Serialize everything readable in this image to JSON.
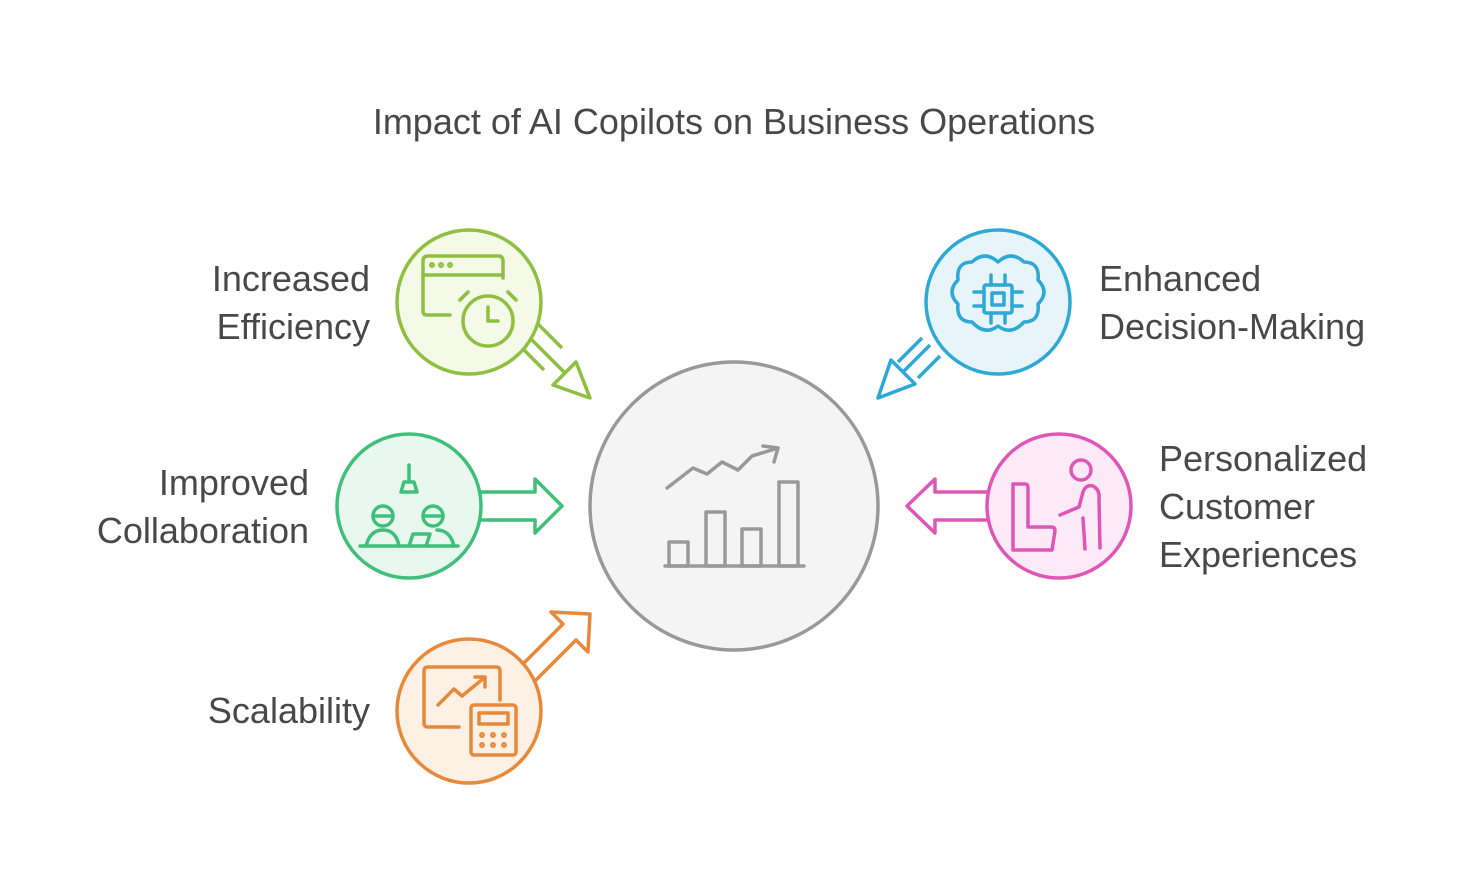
{
  "title": "Impact of AI Copilots on Business Operations",
  "center": {
    "icon": "growth-chart-icon",
    "fill": "#f4f4f4",
    "stroke": "#999999"
  },
  "nodes": [
    {
      "id": "efficiency",
      "lines": [
        "Increased",
        "Efficiency"
      ],
      "icon": "browser-clock-icon",
      "color": "#8fbf3f",
      "fill": "#f4f9e8"
    },
    {
      "id": "decision",
      "lines": [
        "Enhanced",
        "Decision-Making"
      ],
      "icon": "brain-chip-icon",
      "color": "#2ea9d6",
      "fill": "#e7f5fb"
    },
    {
      "id": "collaboration",
      "lines": [
        "Improved",
        "Collaboration"
      ],
      "icon": "team-meeting-icon",
      "color": "#3fbf7a",
      "fill": "#e8f8ef"
    },
    {
      "id": "personalized",
      "lines": [
        "Personalized",
        "Customer",
        "Experiences"
      ],
      "icon": "customer-service-icon",
      "color": "#e056b8",
      "fill": "#fdeaf7"
    },
    {
      "id": "scalability",
      "lines": [
        "Scalability"
      ],
      "icon": "chart-calculator-icon",
      "color": "#e8893a",
      "fill": "#fdf1e6"
    }
  ]
}
